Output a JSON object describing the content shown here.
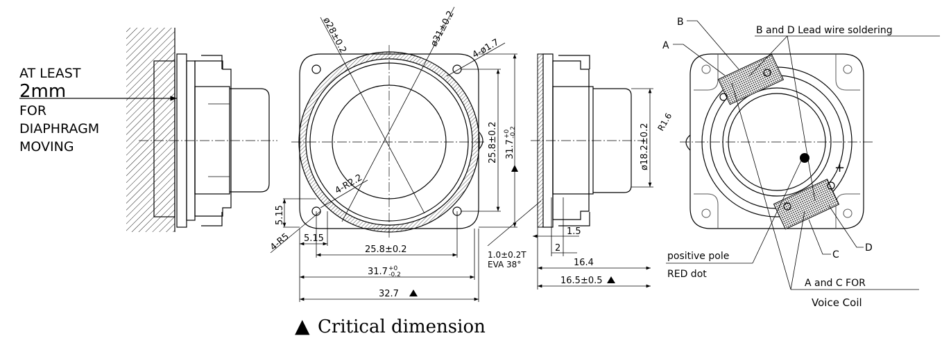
{
  "title": "Speaker mechanical drawing",
  "note_left": [
    "AT LEAST",
    "2mm",
    "FOR",
    "DIAPHRAGM",
    "MOVING"
  ],
  "front_view": {
    "dia_inner": "ø28±0.2",
    "dia_outer": "ø31±0.2",
    "holes": "4-ø1.7",
    "corner_radius": "4-R5",
    "inner_radius": "4-R2.2",
    "offset_v": "5.15",
    "offset_h": "5.15",
    "hole_pitch_h": "25.8±0.2",
    "width": "31.7",
    "width_tol_plus": "+0",
    "width_tol_minus": "-0.2",
    "overall": "32.7",
    "hole_pitch_v": "25.8±0.2",
    "height": "31.7",
    "height_tol_plus": "+0",
    "height_tol_minus": "-0.2"
  },
  "side_view": {
    "gasket_line1": "1.0±0.2T",
    "gasket_line2": "EVA 38°",
    "dim_1_5": "1.5",
    "dim_2": "2",
    "depth": "16.4",
    "depth_total": "16.5±0.5",
    "magnet_dia": "ø18.2±0.2"
  },
  "rear_view": {
    "label_b": "B",
    "label_a": "A",
    "label_c": "C",
    "label_d": "D",
    "lead_note": "B and D Lead wire soldering",
    "radius": "R1.6",
    "positive_pole": "positive pole",
    "red_dot": "RED dot",
    "voice_coil_1": "A and C FOR",
    "voice_coil_2": "Voice Coil",
    "plus_sign": "+"
  },
  "legend": {
    "symbol": "▲",
    "text": "Critical dimension"
  }
}
